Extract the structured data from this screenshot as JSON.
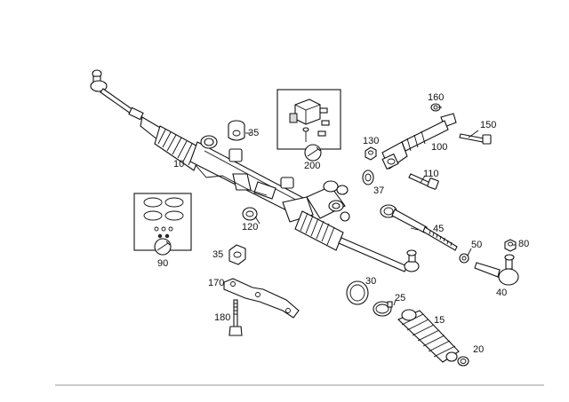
{
  "diagram": {
    "labels": {
      "l10": "10",
      "l15": "15",
      "l20": "20",
      "l25": "25",
      "l30": "30",
      "l35a": "35",
      "l35b": "35",
      "l37": "37",
      "l40": "40",
      "l45": "45",
      "l50": "50",
      "l80": "80",
      "l90": "90",
      "l100": "100",
      "l110": "110",
      "l120": "120",
      "l130": "130",
      "l150": "150",
      "l160": "160",
      "l170": "170",
      "l180": "180",
      "l200": "200"
    }
  }
}
